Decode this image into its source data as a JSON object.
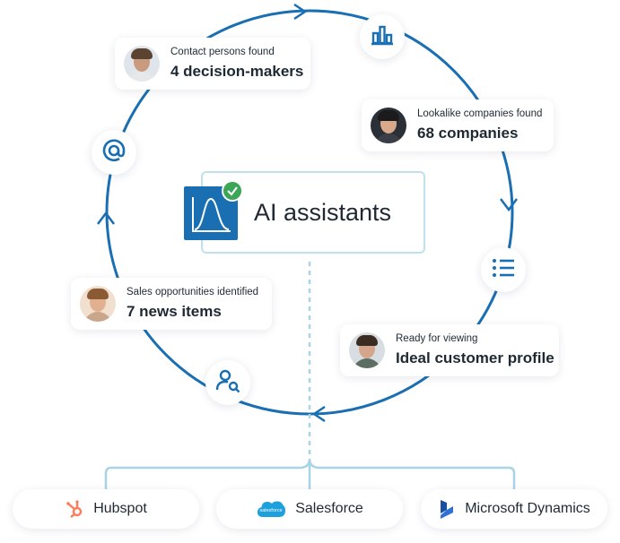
{
  "hub": {
    "title": "AI assistants"
  },
  "cards": {
    "contacts": {
      "label": "Contact persons found",
      "value": "4 decision-makers"
    },
    "lookalike": {
      "label": "Lookalike companies found",
      "value": "68 companies"
    },
    "sales": {
      "label": "Sales opportunities identified",
      "value": "7 news items"
    },
    "profile": {
      "label": "Ready for viewing",
      "value": "Ideal customer profile"
    }
  },
  "nodes": {
    "top": {
      "icon": "bar-chart-icon"
    },
    "left": {
      "icon": "at-sign-icon"
    },
    "right": {
      "icon": "list-icon"
    },
    "bottom": {
      "icon": "user-search-icon"
    }
  },
  "integrations": [
    {
      "label": "Hubspot",
      "icon": "hubspot-icon",
      "icon_text": ""
    },
    {
      "label": "Salesforce",
      "icon": "salesforce-icon",
      "icon_text": "salesforce"
    },
    {
      "label": "Microsoft Dynamics",
      "icon": "microsoft-dynamics-icon",
      "icon_text": ""
    }
  ],
  "colors": {
    "cycle_line": "#1a6fb3",
    "connector": "#a9d4e6",
    "hub_border": "#bfe0ec",
    "hub_logo": "#1a6fb3",
    "check": "#3aa656",
    "hubspot": "#ff7a59",
    "salesforce": "#1ea0dc",
    "dynamics": "#1a4ea0",
    "text": "#1f2933"
  }
}
